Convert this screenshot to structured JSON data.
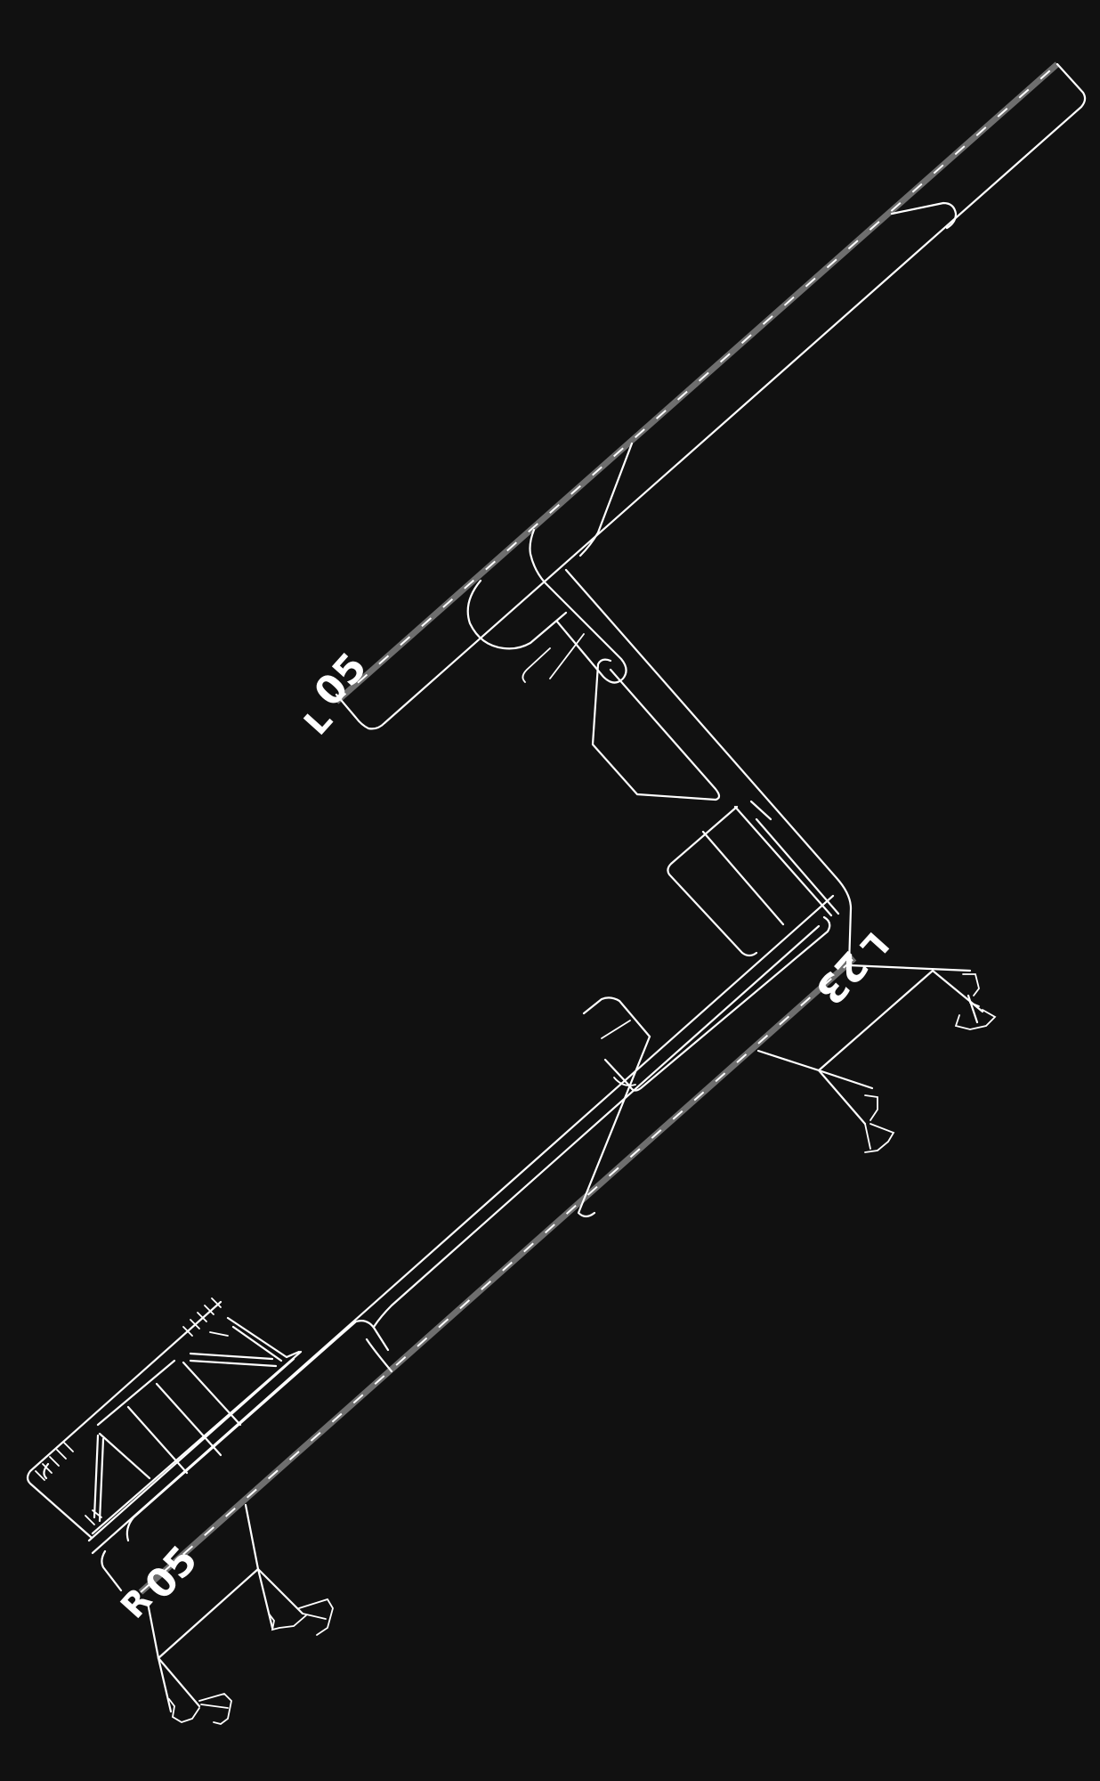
{
  "runway_labels": {
    "l05_number": "05",
    "l05_side": "L",
    "r05_number": "05",
    "r05_side": "R",
    "l23_number": "23",
    "l23_side": "L"
  },
  "colors": {
    "background": "#111111",
    "lines": "#ffffff",
    "runway_band": "#6e6e6e"
  }
}
